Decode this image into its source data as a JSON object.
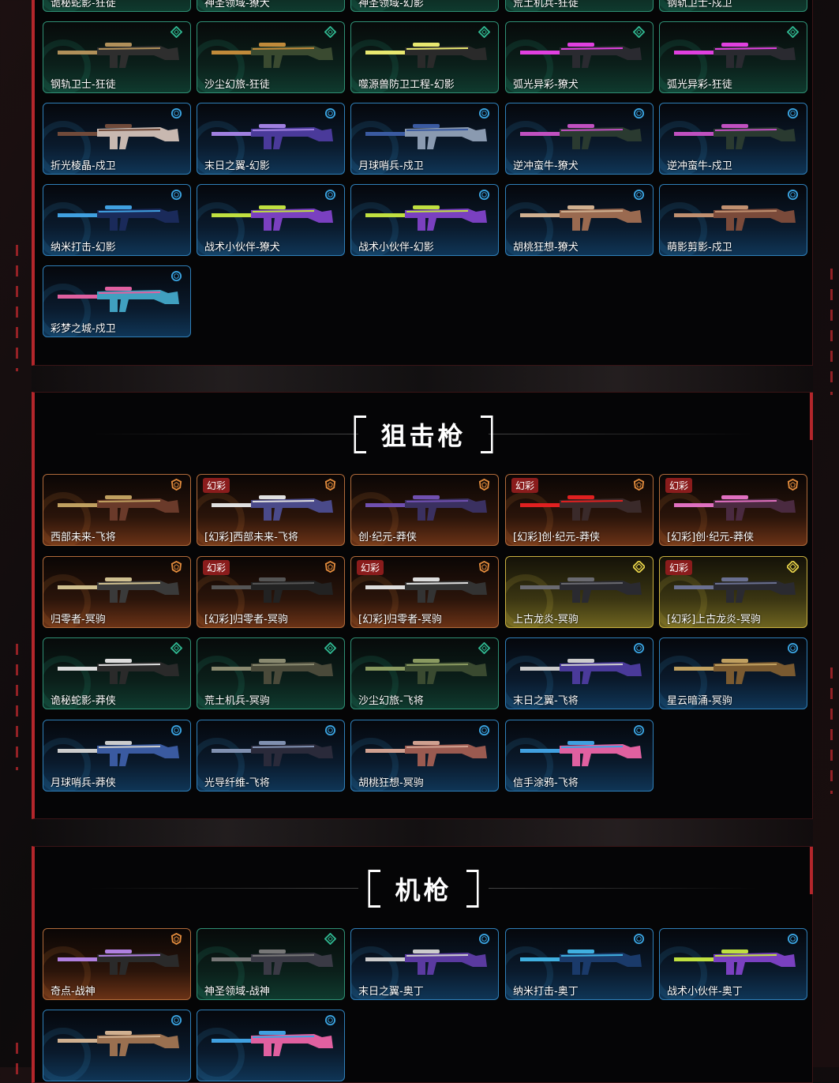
{
  "colors": {
    "green": "#2fb58f",
    "blue": "#3aa3e0",
    "orange": "#e08a3c",
    "gold": "#e6d24a",
    "accent": "#b3262b"
  },
  "sections": [
    {
      "title": "",
      "items": [
        {
          "name": "诡秘蛇影-狂徒",
          "tier": "green",
          "gun": [
            "#3a3a3a",
            "#8a8a8a"
          ]
        },
        {
          "name": "神圣领域-獠犬",
          "tier": "green",
          "gun": [
            "#4a4a55",
            "#888"
          ]
        },
        {
          "name": "神圣领域-幻影",
          "tier": "green",
          "gun": [
            "#4a4a55",
            "#888"
          ]
        },
        {
          "name": "荒土机兵-狂徒",
          "tier": "green",
          "gun": [
            "#5a4a30",
            "#999"
          ]
        },
        {
          "name": "钢轨卫士-戍卫",
          "tier": "green",
          "gun": [
            "#444",
            "#aa8"
          ]
        },
        {
          "name": "钢轨卫士-狂徒",
          "tier": "green",
          "gun": [
            "#2e2e2e",
            "#b0905a"
          ]
        },
        {
          "name": "沙尘幻旅-狂徒",
          "tier": "green",
          "gun": [
            "#3a4a30",
            "#c08a3a"
          ]
        },
        {
          "name": "噬源兽防卫工程-幻影",
          "tier": "green",
          "gun": [
            "#2a2a2a",
            "#e8e870"
          ]
        },
        {
          "name": "弧光异彩-獠犬",
          "tier": "green",
          "gun": [
            "#2a2a30",
            "#e040e0"
          ]
        },
        {
          "name": "弧光异彩-狂徒",
          "tier": "green",
          "gun": [
            "#2a2a30",
            "#e040e0"
          ]
        },
        {
          "name": "折光棱晶-戍卫",
          "tier": "blue",
          "gun": [
            "#c8b8b0",
            "#704a3a"
          ]
        },
        {
          "name": "末日之翼-幻影",
          "tier": "blue",
          "gun": [
            "#4a3a9a",
            "#a080e0"
          ]
        },
        {
          "name": "月球哨兵-戍卫",
          "tier": "blue",
          "gun": [
            "#8a9ab0",
            "#3a5aa0"
          ]
        },
        {
          "name": "逆冲蛮牛-獠犬",
          "tier": "blue",
          "gun": [
            "#2a3a30",
            "#c050c0"
          ]
        },
        {
          "name": "逆冲蛮牛-戍卫",
          "tier": "blue",
          "gun": [
            "#2a3a30",
            "#c050c0"
          ]
        },
        {
          "name": "纳米打击-幻影",
          "tier": "blue",
          "gun": [
            "#1a2a5a",
            "#40a0e0"
          ]
        },
        {
          "name": "战术小伙伴-獠犬",
          "tier": "blue",
          "gun": [
            "#7a40c0",
            "#c0e040"
          ]
        },
        {
          "name": "战术小伙伴-幻影",
          "tier": "blue",
          "gun": [
            "#7a40c0",
            "#c0e040"
          ]
        },
        {
          "name": "胡桃狂想-獠犬",
          "tier": "blue",
          "gun": [
            "#9a6a50",
            "#d0b090"
          ]
        },
        {
          "name": "萌影剪影-戍卫",
          "tier": "blue",
          "gun": [
            "#7a4a3a",
            "#c09070"
          ]
        },
        {
          "name": "彩梦之城-戍卫",
          "tier": "blue",
          "gun": [
            "#40a0c0",
            "#e060a0"
          ]
        }
      ]
    },
    {
      "title": "狙击枪",
      "items": [
        {
          "name": "西部未来-飞将",
          "tier": "orange",
          "gun": [
            "#6a3a2a",
            "#c0a060"
          ]
        },
        {
          "name": "[幻彩]西部未来-飞将",
          "tier": "orange",
          "badge": "幻彩",
          "gun": [
            "#4a4a8a",
            "#e0e0e0"
          ]
        },
        {
          "name": "创·纪元-莽侠",
          "tier": "orange",
          "gun": [
            "#3a3060",
            "#7050b0"
          ]
        },
        {
          "name": "[幻彩]创·纪元-莽侠",
          "tier": "orange",
          "badge": "幻彩",
          "gun": [
            "#3a2a2a",
            "#e02020"
          ]
        },
        {
          "name": "[幻彩]创·纪元-莽侠",
          "tier": "orange",
          "badge": "幻彩",
          "gun": [
            "#4a2a40",
            "#e070c0"
          ]
        },
        {
          "name": "归零者-冥驹",
          "tier": "orange",
          "gun": [
            "#3a3a3a",
            "#d0c090"
          ]
        },
        {
          "name": "[幻彩]归零者-冥驹",
          "tier": "orange",
          "badge": "幻彩",
          "gun": [
            "#222",
            "#555"
          ]
        },
        {
          "name": "[幻彩]归零者-冥驹",
          "tier": "orange",
          "badge": "幻彩",
          "gun": [
            "#333",
            "#ddd"
          ]
        },
        {
          "name": "上古龙炎-冥驹",
          "tier": "gold",
          "gun": [
            "#2a2a30",
            "#6a6a70"
          ]
        },
        {
          "name": "[幻彩]上古龙炎-冥驹",
          "tier": "gold",
          "badge": "幻彩",
          "gun": [
            "#2a2a30",
            "#6a7090"
          ]
        },
        {
          "name": "诡秘蛇影-莽侠",
          "tier": "green",
          "gun": [
            "#2a2a2a",
            "#ddd"
          ]
        },
        {
          "name": "荒土机兵-冥驹",
          "tier": "green",
          "gun": [
            "#4a4a3a",
            "#8a8a70"
          ]
        },
        {
          "name": "沙尘幻旅-飞将",
          "tier": "green",
          "gun": [
            "#3a4a30",
            "#8a9a60"
          ]
        },
        {
          "name": "末日之翼-飞将",
          "tier": "blue",
          "gun": [
            "#4a3a9a",
            "#ccc"
          ]
        },
        {
          "name": "星云暗涌-冥驹",
          "tier": "blue",
          "gun": [
            "#7a5a30",
            "#c0a060"
          ]
        },
        {
          "name": "月球哨兵-莽侠",
          "tier": "blue",
          "gun": [
            "#3a5aa0",
            "#ccc"
          ]
        },
        {
          "name": "光导纤维-飞将",
          "tier": "blue",
          "gun": [
            "#2a2a3a",
            "#8090b0"
          ]
        },
        {
          "name": "胡桃狂想-冥驹",
          "tier": "blue",
          "gun": [
            "#9a5a50",
            "#d0a090"
          ]
        },
        {
          "name": "信手涂鸦-飞将",
          "tier": "blue",
          "gun": [
            "#e060a0",
            "#40a0e0"
          ]
        }
      ]
    },
    {
      "title": "机枪",
      "items": [
        {
          "name": "奇点-战神",
          "tier": "orange",
          "gun": [
            "#2a2a2a",
            "#b080e0"
          ]
        },
        {
          "name": "神圣领域-战神",
          "tier": "green",
          "gun": [
            "#3a3a45",
            "#777"
          ]
        },
        {
          "name": "末日之翼-奥丁",
          "tier": "blue",
          "gun": [
            "#5a3aa0",
            "#ccc"
          ]
        },
        {
          "name": "纳米打击-奥丁",
          "tier": "blue",
          "gun": [
            "#1a3a6a",
            "#40b0e0"
          ]
        },
        {
          "name": "战术小伙伴-奥丁",
          "tier": "blue",
          "gun": [
            "#7a40c0",
            "#c0e040"
          ]
        },
        {
          "name": "",
          "tier": "blue",
          "gun": [
            "#9a7050",
            "#d0b090"
          ]
        },
        {
          "name": "",
          "tier": "blue",
          "gun": [
            "#e060a0",
            "#40a0e0"
          ]
        }
      ]
    }
  ]
}
